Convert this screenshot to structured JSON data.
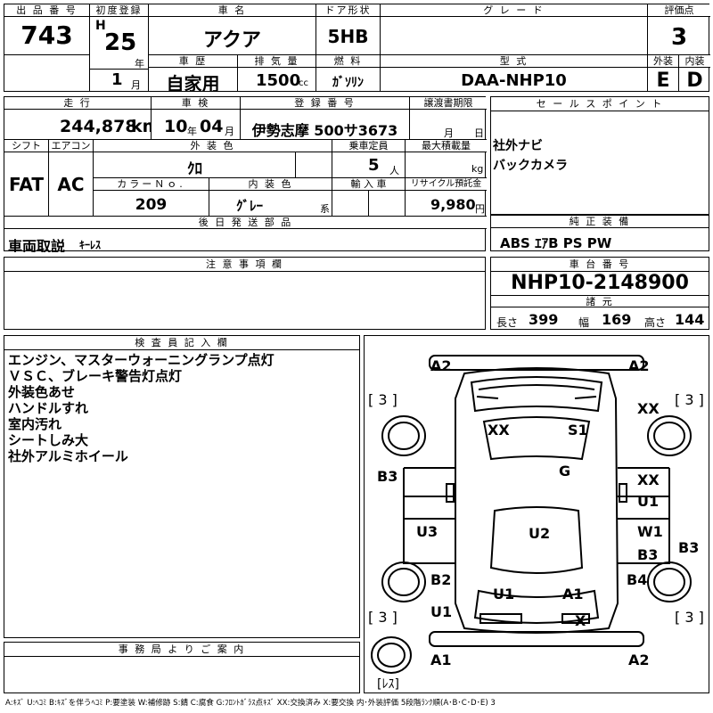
{
  "header": {
    "lot_label": "出 品 番 号",
    "lot_no": "743",
    "first_reg_label": "初度登録",
    "era_mark": "H",
    "year": "25",
    "year_unit": "年",
    "month": "1",
    "month_unit": "月",
    "car_name_label": "車 名",
    "car_name": "アクア",
    "door_label": "ドア形状",
    "door": "5HB",
    "grade_label": "グ レ ー ド",
    "grade": "",
    "score_label": "評価点",
    "score": "3",
    "history_label": "車 歴",
    "history": "自家用",
    "displacement_label": "排 気 量",
    "displacement": "1500",
    "displacement_unit": "cc",
    "fuel_label": "燃 料",
    "fuel": "ｶﾞｿﾘﾝ",
    "model_label": "型 式",
    "model": "DAA-NHP10",
    "ext_grade_label": "外装",
    "ext_grade": "E",
    "int_grade_label": "内装",
    "int_grade": "D"
  },
  "spec": {
    "mileage_label": "走 行",
    "mileage": "244,878",
    "mileage_unit": "km",
    "inspection_label": "車 検",
    "insp_year": "10",
    "insp_year_unit": "年",
    "insp_month": "04",
    "insp_month_unit": "月",
    "plate_label": "登 録 番 号",
    "plate": "伊勢志摩 500サ3673",
    "transfer_label": "譲渡書期限",
    "transfer_month_unit": "月",
    "transfer_day_unit": "日",
    "shift_label": "シフト",
    "shift": "FAT",
    "ac_label": "エアコン",
    "ac": "AC",
    "ext_color_label": "外 装 色",
    "ext_color": "ｸﾛ",
    "capacity_label": "乗車定員",
    "capacity": "5",
    "capacity_unit": "人",
    "max_load_label": "最大積載量",
    "max_load_unit": "kg",
    "color_no_label": "カラーＮｏ.",
    "color_no": "209",
    "int_color_label": "内 装 色",
    "int_color": "ｸﾞﾚｰ",
    "int_color_unit": "系",
    "import_label": "輸 入 車",
    "recycle_label": "リサイクル預託金",
    "recycle": "9,980",
    "recycle_unit": "円"
  },
  "later_parts": {
    "label": "後 日 発 送 部 品",
    "manual": "車両取説",
    "keyless": "ｷｰﾚｽ"
  },
  "sales_points": {
    "label": "セ ー ル ス ポ イ ン ト",
    "items": [
      "社外ナビ",
      "バックカメラ"
    ]
  },
  "genuine": {
    "label": "純 正 装 備",
    "value": "ABS ｴｱB PS PW"
  },
  "caution": {
    "label": "注 意 事 項 欄"
  },
  "chassis": {
    "label": "車 台 番 号",
    "value": "NHP10-2148900"
  },
  "dims": {
    "label": "諸 元",
    "length_label": "長さ",
    "length": "399",
    "width_label": "幅",
    "width": "169",
    "height_label": "高さ",
    "height": "144"
  },
  "inspector": {
    "label": "検 査 員 記 入 欄",
    "lines": [
      "エンジン、マスターウォーニングランプ点灯",
      "ＶＳＣ、ブレーキ警告灯点灯",
      "外装色あせ",
      "ハンドルすれ",
      "室内汚れ",
      "シートしみ大",
      "社外アルミホイール"
    ]
  },
  "office": {
    "label": "事 務 局 よ り ご 案 内"
  },
  "diagram": {
    "tire_tl": "[ 3 ]",
    "tire_tr": "[ 3 ]",
    "tire_bl": "[ 3 ]",
    "tire_br": "[ 3 ]",
    "less": "[ﾚｽ]",
    "codes": {
      "a2_tl": "A2",
      "a2_tr": "A2",
      "xx_r": "XX",
      "xx_roof": "XX",
      "s1": "S1",
      "b3_l": "B3",
      "g": "G",
      "xx_rd": "XX",
      "u1_rd": "U1",
      "u3": "U3",
      "u2": "U2",
      "w1": "W1",
      "b3_rd": "B3",
      "b3_r": "B3",
      "b2": "B2",
      "b4": "B4",
      "u1_l": "U1",
      "a1": "A1",
      "u1_b": "U1",
      "x": "X",
      "a1_bl": "A1",
      "a2_br": "A2"
    }
  },
  "legend": "A:ｷｽﾞ U:ﾍｺﾐ B:ｷｽﾞを伴うﾍｺﾐ P:要塗装 W:補修跡 S:錆 C:腐食 G:ﾌﾛﾝﾄｶﾞﾗｽ点ｷｽﾞ XX:交換済み X:要交換 内･外装評価 5段階ﾗﾝｸ順(A･B･C･D･E) 3"
}
